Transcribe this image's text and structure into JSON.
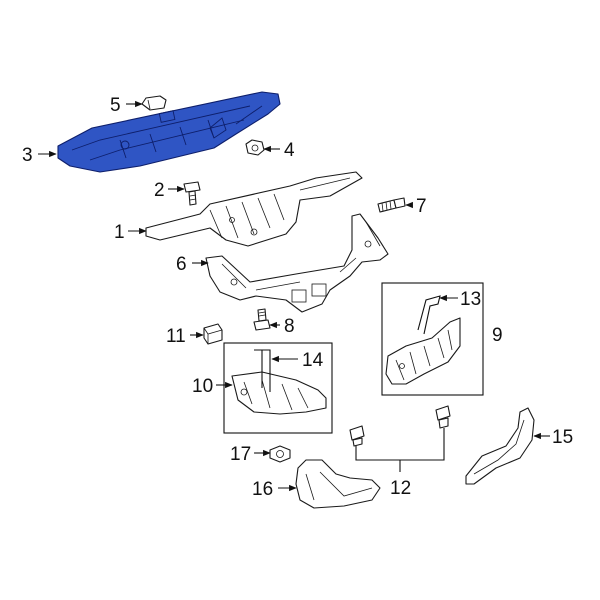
{
  "diagram": {
    "highlight_color": "#2f55c4",
    "callouts": {
      "c1": "1",
      "c2": "2",
      "c3": "3",
      "c4": "4",
      "c5": "5",
      "c6": "6",
      "c7": "7",
      "c8": "8",
      "c9": "9",
      "c10": "10",
      "c11": "11",
      "c12": "12",
      "c13": "13",
      "c14": "14",
      "c15": "15",
      "c16": "16",
      "c17": "17"
    }
  }
}
